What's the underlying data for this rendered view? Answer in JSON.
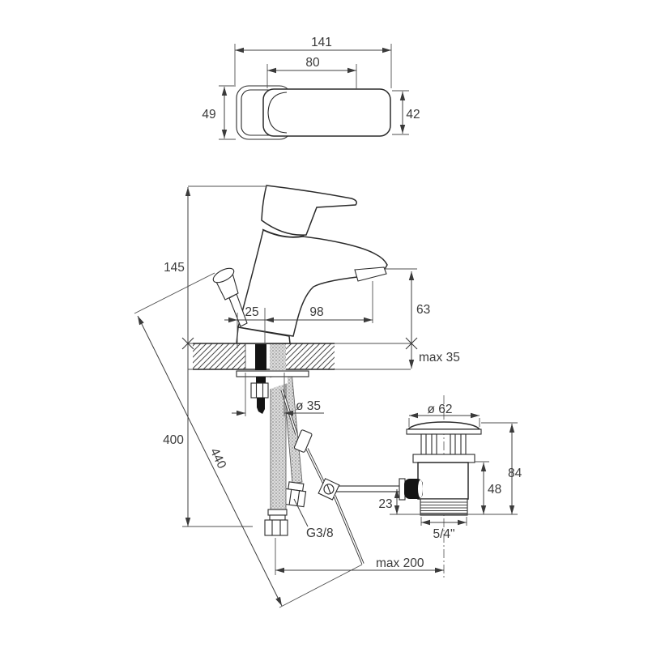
{
  "drawing": {
    "subject": "basin mixer faucet dimensional drawing",
    "top_view": {
      "total_length": "141",
      "handle_length": "80",
      "body_width": "49",
      "handle_width": "42"
    },
    "front_view": {
      "height_above_deck": "145",
      "axis_offset": "25",
      "spout_reach": "98",
      "spout_height": "63",
      "deck_thickness": "max 35",
      "hole_diameter": "ø 35"
    },
    "supply": {
      "hose_drop": "400",
      "rod_length": "440",
      "hose_thread": "G3/8",
      "rod_max_reach": "max 200"
    },
    "waste": {
      "flange_diameter": "ø 62",
      "total_height": "84",
      "body_height": "48",
      "pivot_offset": "23",
      "outlet_thread": "5/4\""
    }
  }
}
